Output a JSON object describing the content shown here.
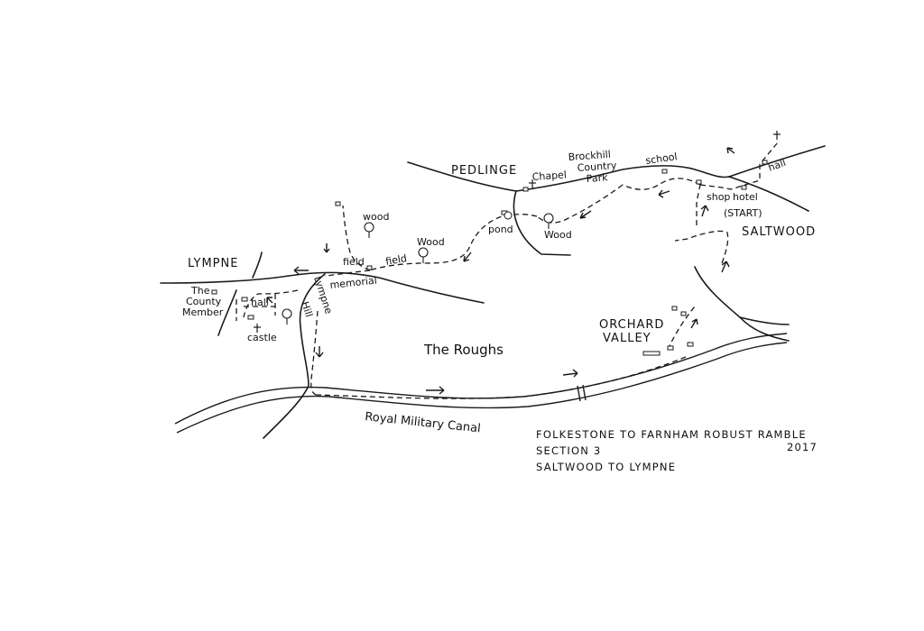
{
  "places": {
    "lympne": "LYMPNE",
    "pedlinge": "PEDLINGE",
    "saltwood": "SALTWOOD",
    "orchard": "ORCHARD",
    "valley": "VALLEY",
    "the_roughs": "The Roughs",
    "canal": "Royal Military Canal",
    "brockhill_1": "Brockhill",
    "brockhill_2": "Country",
    "brockhill_3": "Park"
  },
  "labels": {
    "chapel": "Chapel",
    "school": "school",
    "hall_right": "hall",
    "shop": "shop",
    "hotel": "hotel",
    "start": "(START)",
    "wood_1": "wood",
    "wood_2": "Wood",
    "wood_3": "Wood",
    "field_1": "field",
    "field_2": "field",
    "pond": "pond",
    "memorial": "memorial",
    "county_1": "The",
    "county_2": "County",
    "county_3": "Member",
    "hall_left": "hall",
    "castle": "castle",
    "lympne_hill_1": "Lympne",
    "lympne_hill_2": "Hill"
  },
  "title_block": {
    "line1": "FOLKESTONE TO FARNHAM ROBUST RAMBLE",
    "year": "2017",
    "line2": "SECTION 3",
    "line3": "SALTWOOD TO LYMPNE"
  }
}
